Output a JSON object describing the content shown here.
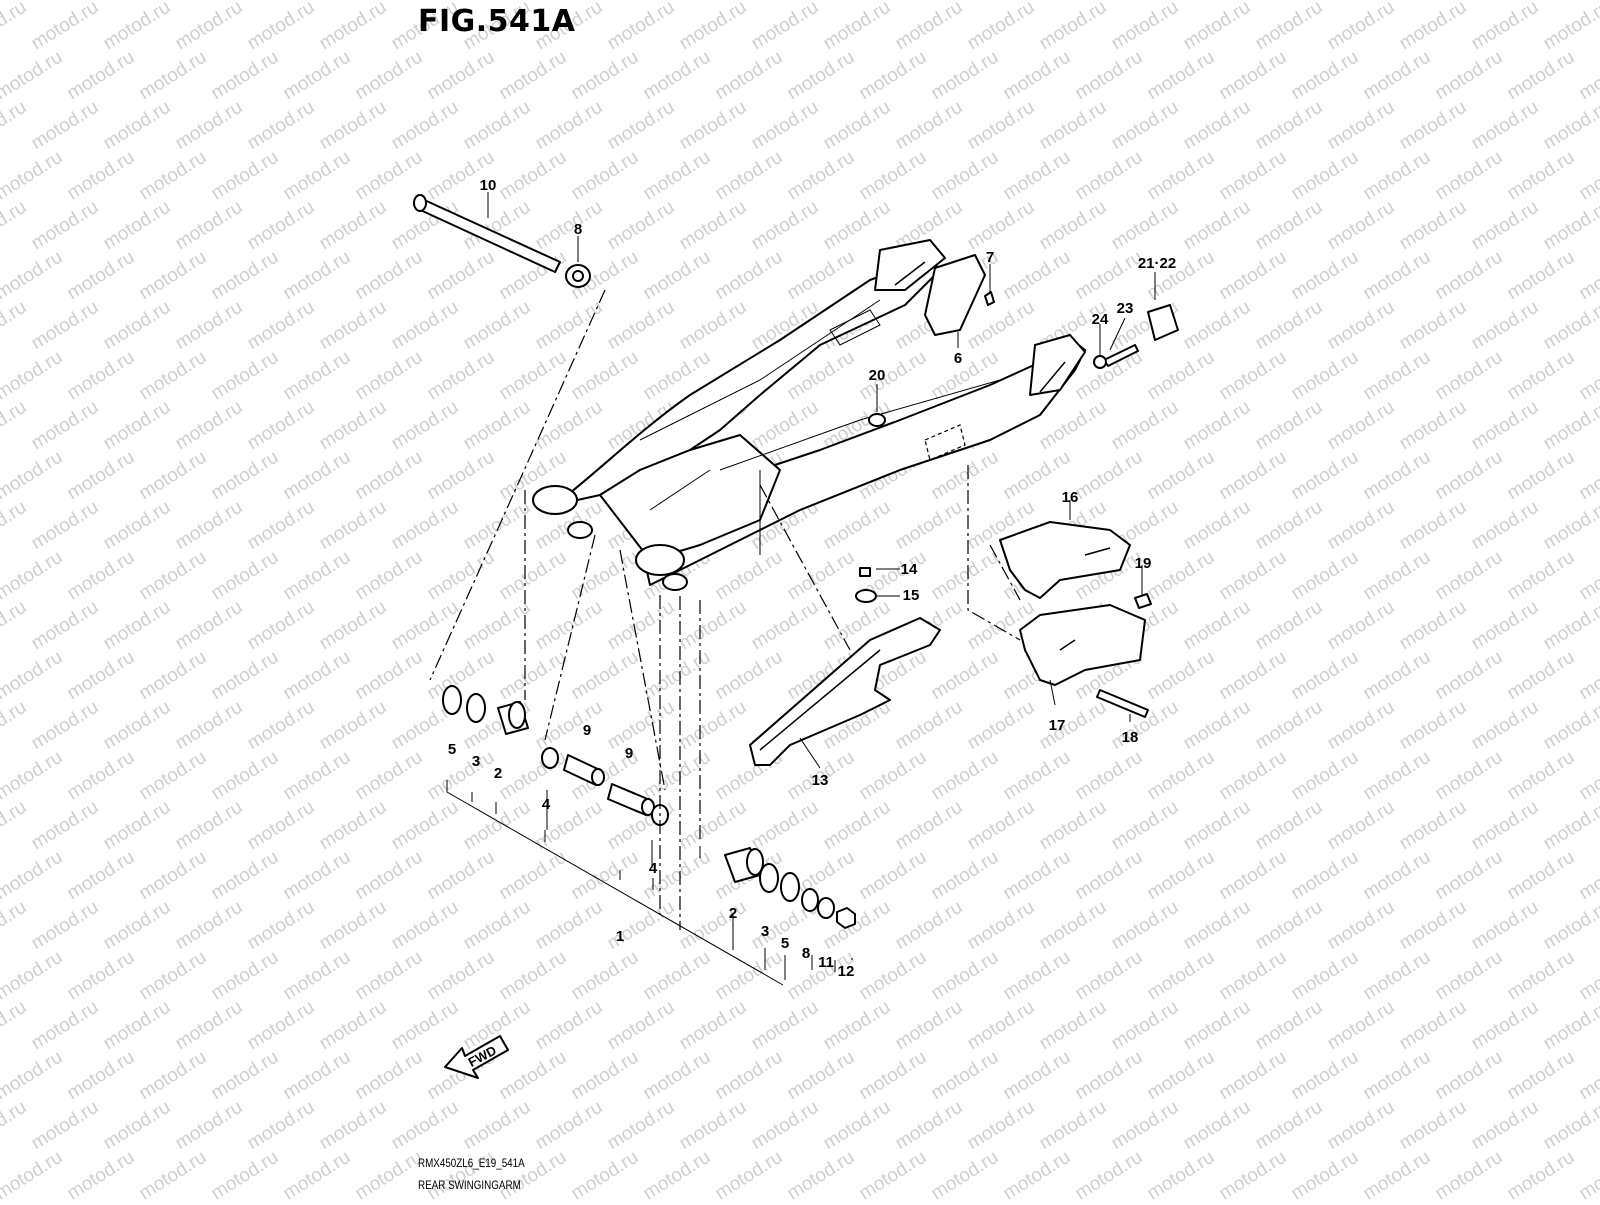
{
  "figure": {
    "title": "FIG.541A",
    "model_code": "RMX450ZL6_E19_541A",
    "name": "REAR SWINGINGARM"
  },
  "watermark": "motod.ru",
  "fwd_label": "FWD",
  "callouts": {
    "c10": "10",
    "c8a": "8",
    "c7": "7",
    "c6": "6",
    "c2122": "21·22",
    "c23": "23",
    "c24": "24",
    "c20": "20",
    "c16": "16",
    "c19": "19",
    "c14": "14",
    "c15": "15",
    "c17": "17",
    "c18": "18",
    "c13": "13",
    "c5a": "5",
    "c3a": "3",
    "c2a": "2",
    "c9a": "9",
    "c9b": "9",
    "c4a": "4",
    "c4b": "4",
    "c1": "1",
    "c2b": "2",
    "c3b": "3",
    "c5b": "5",
    "c8b": "8",
    "c11": "11",
    "c12": "12"
  }
}
